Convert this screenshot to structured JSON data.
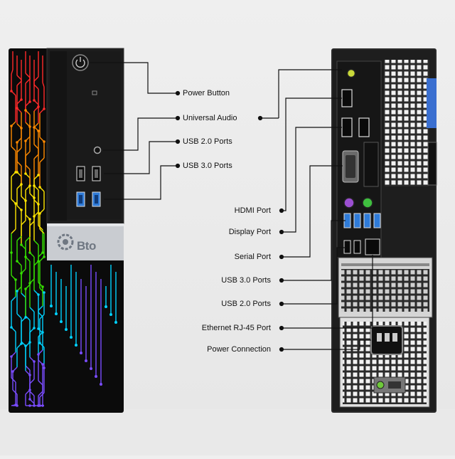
{
  "brand": {
    "logo_text": "Bto"
  },
  "front_callouts": [
    {
      "id": "power",
      "label": "Power Button"
    },
    {
      "id": "audio",
      "label": "Universal Audio"
    },
    {
      "id": "usb2",
      "label": "USB 2.0 Ports"
    },
    {
      "id": "usb3",
      "label": "USB 3.0 Ports"
    }
  ],
  "rear_callouts": [
    {
      "id": "hdmi",
      "label": "HDMI Port"
    },
    {
      "id": "displayport",
      "label": "Display Port"
    },
    {
      "id": "serial",
      "label": "Serial Port"
    },
    {
      "id": "usb3",
      "label": "USB 3.0 Ports"
    },
    {
      "id": "usb2",
      "label": "USB 2.0 Ports"
    },
    {
      "id": "ethernet",
      "label": "Ethernet RJ-45 Port"
    },
    {
      "id": "power",
      "label": "Power Connection"
    }
  ],
  "colors": {
    "circuit": [
      "#ff2a2a",
      "#ff8a00",
      "#ffe600",
      "#35e000",
      "#00d2ff",
      "#7a4cff"
    ],
    "usb3_blue": "#2f7bd8"
  }
}
